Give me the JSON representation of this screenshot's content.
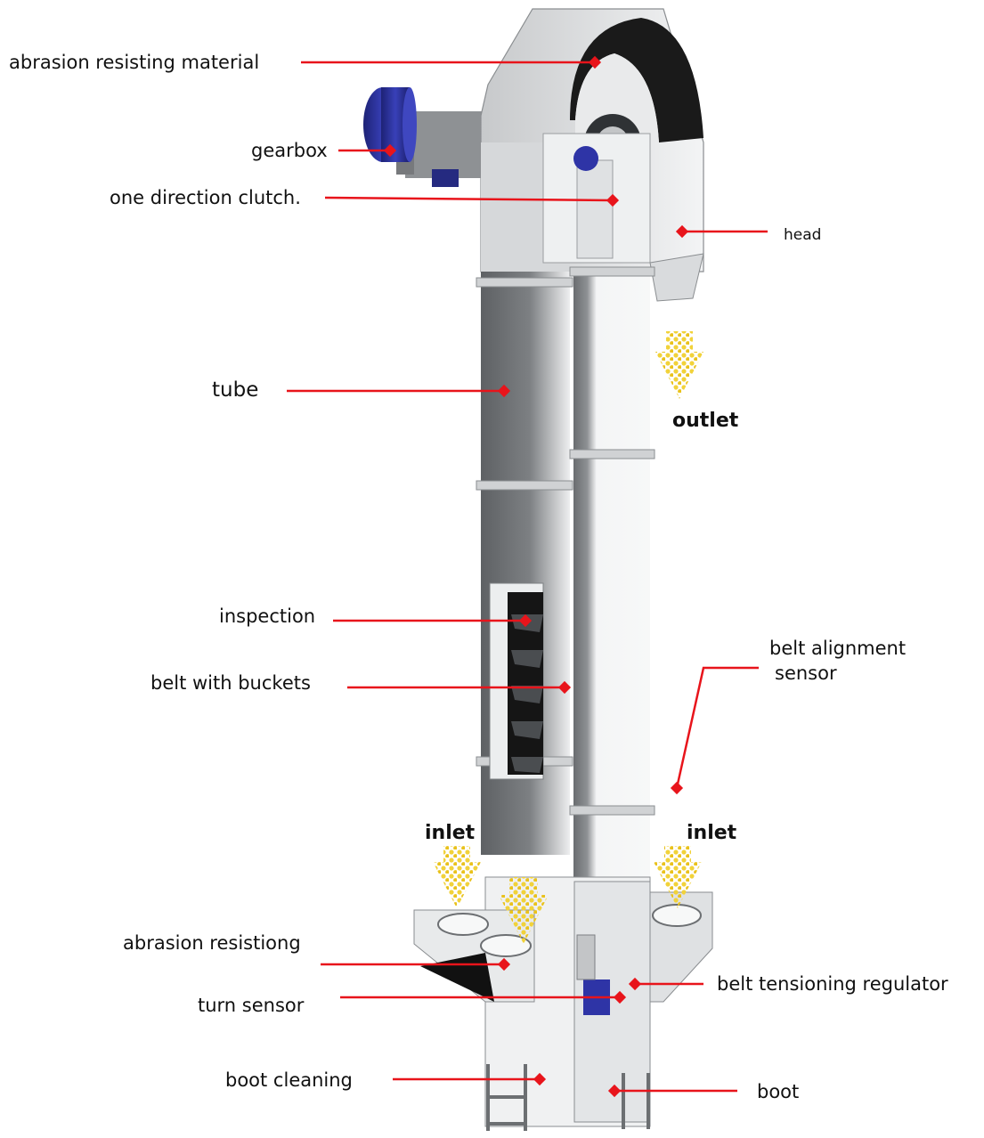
{
  "labels": {
    "abrasion_resisting_material": "abrasion resisting material",
    "gearbox": "gearbox",
    "one_direction_clutch": "one direction clutch.",
    "head": "head",
    "tube": "tube",
    "outlet": "outlet",
    "inspection": "inspection",
    "belt_with_buckets": "belt  with buckets",
    "belt_alignment_sensor_1": "belt alignment",
    "belt_alignment_sensor_2": "sensor",
    "inlet_left": "inlet",
    "inlet_right": "inlet",
    "abrasion_resistiong": "abrasion resistiong",
    "turn_sensor": "turn sensor",
    "belt_tensioning_regulator": "belt tensioning regulator",
    "boot_cleaning": "boot cleaning",
    "boot": "boot"
  },
  "colors": {
    "leader_line": "#e8141b",
    "marker": "#e8141b",
    "grain": "#f1d23a",
    "motor": "#2a2f9c",
    "steel_light": "#f1f2f3",
    "steel_mid": "#c9cbcd",
    "steel_dark": "#6c6f72"
  },
  "icons": {
    "leader_marker": "red-diamond-marker",
    "flow_arrow": "dotted-yellow-down-arrow"
  }
}
